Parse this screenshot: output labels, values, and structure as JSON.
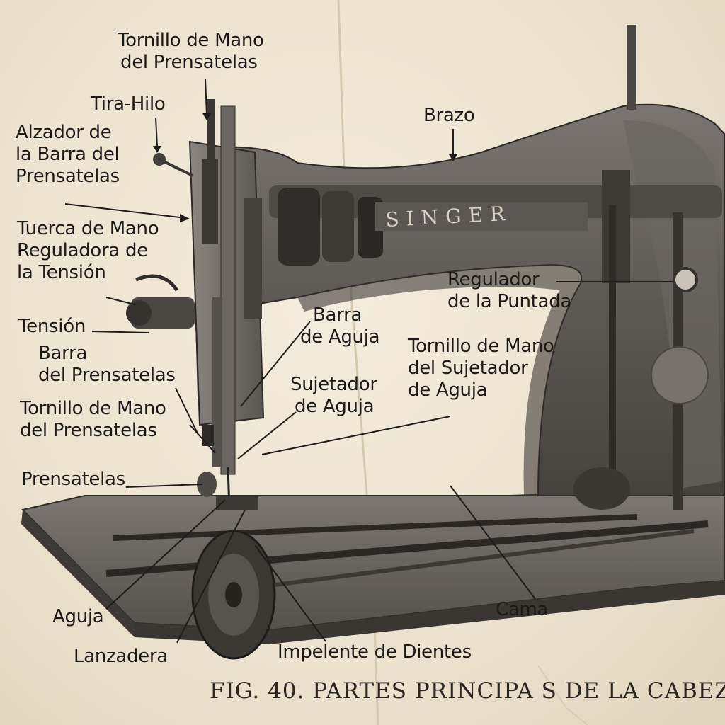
{
  "brand": "SINGER",
  "labels": {
    "tornillo_mano_prensatelas_top": [
      "Tornillo de Mano",
      "del Prensatelas"
    ],
    "tira_hilo": [
      "Tira-Hilo"
    ],
    "brazo": [
      "Brazo"
    ],
    "alzador": [
      "Alzador de",
      "la Barra del",
      "Prensatelas"
    ],
    "tuerca": [
      "Tuerca de Mano",
      "Reguladora de",
      "la Tensión"
    ],
    "tension": [
      "Tensión"
    ],
    "barra_prensatelas": [
      "Barra",
      "del Prensatelas"
    ],
    "tornillo_mano_prensatelas_low": [
      "Tornillo de Mano",
      "del Prensatelas"
    ],
    "prensatelas": [
      "Prensatelas"
    ],
    "barra_aguja": [
      "Barra",
      "de Aguja"
    ],
    "sujetador_aguja": [
      "Sujetador",
      "de Aguja"
    ],
    "regulador": [
      "Regulador",
      "de la Puntada"
    ],
    "tornillo_sujetador": [
      "Tornillo de Mano",
      "del Sujetador",
      "de Aguja"
    ],
    "cama": [
      "Cama"
    ],
    "aguja": [
      "Aguja"
    ],
    "lanzadera": [
      "Lanzadera"
    ],
    "impelente": [
      "Impelente de Dientes"
    ]
  },
  "caption": "FIG. 40.  PARTES PRINCIPA    S DE LA CABEZ"
}
